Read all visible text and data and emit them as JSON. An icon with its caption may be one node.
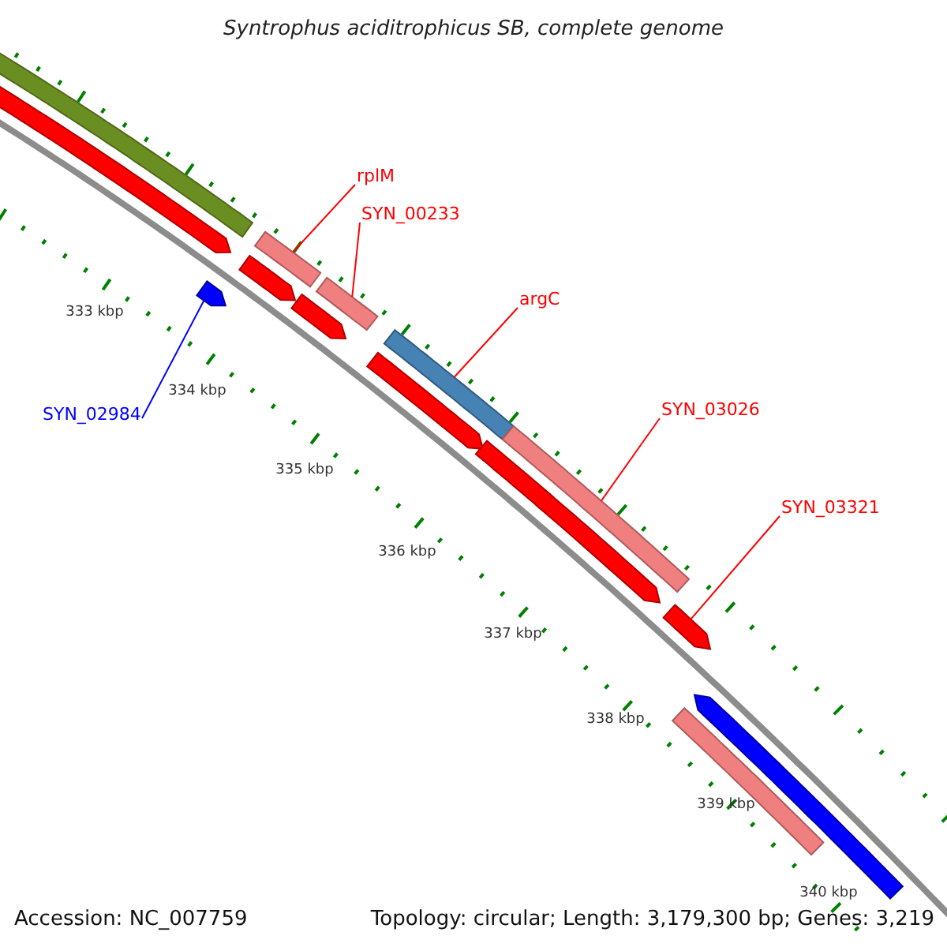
{
  "diagram": {
    "title": "Syntrophus aciditrophicus SB, complete genome",
    "nodes": [
      {
        "text": [],
        "shape": "bar"
      },
      {
        "text": [],
        "shape": "pentagon"
      },
      {
        "text": [
          "rplM"
        ]
      },
      {
        "text": [
          "SYN_00233"
        ]
      },
      {
        "text": [],
        "shape": "bar"
      },
      {
        "text": [],
        "shape": "pentagon"
      },
      {
        "text": [],
        "shape": "bar"
      },
      {
        "text": [],
        "shape": "pentagon"
      },
      {
        "text": [],
        "shape": "pentagon"
      },
      {
        "text": [
          "argC"
        ]
      },
      {
        "text": [],
        "shape": "bar"
      },
      {
        "text": [],
        "shape": "pentagon"
      },
      {
        "text": [
          "SYN_02984"
        ]
      },
      {
        "text": [
          "SYN_03026"
        ]
      },
      {
        "text": [],
        "shape": "bar"
      },
      {
        "text": [],
        "shape": "pentagon"
      },
      {
        "text": [
          "SYN_03321"
        ]
      },
      {
        "text": [],
        "shape": "pentagon"
      },
      {
        "text": [],
        "shape": "pentagon"
      },
      {
        "text": [],
        "shape": "bar"
      }
    ],
    "edges": [
      {
        "from": 2,
        "to": 4,
        "arrow": "none"
      },
      {
        "from": 3,
        "to": 6,
        "arrow": "none"
      },
      {
        "from": 9,
        "to": 10,
        "arrow": "none"
      },
      {
        "from": 12,
        "to": 7,
        "arrow": "none",
        "color": "#0000ff"
      },
      {
        "from": 13,
        "to": 14,
        "arrow": "none"
      },
      {
        "from": 16,
        "to": 17,
        "arrow": "none"
      }
    ],
    "labels": [
      "333 kbp",
      "334 kbp",
      "335 kbp",
      "336 kbp",
      "337 kbp",
      "338 kbp",
      "339 kbp",
      "340 kbp",
      "Accession: NC_007759",
      "Topology: circular; Length: 3,179,300 bp; Genes: 3,219"
    ]
  }
}
